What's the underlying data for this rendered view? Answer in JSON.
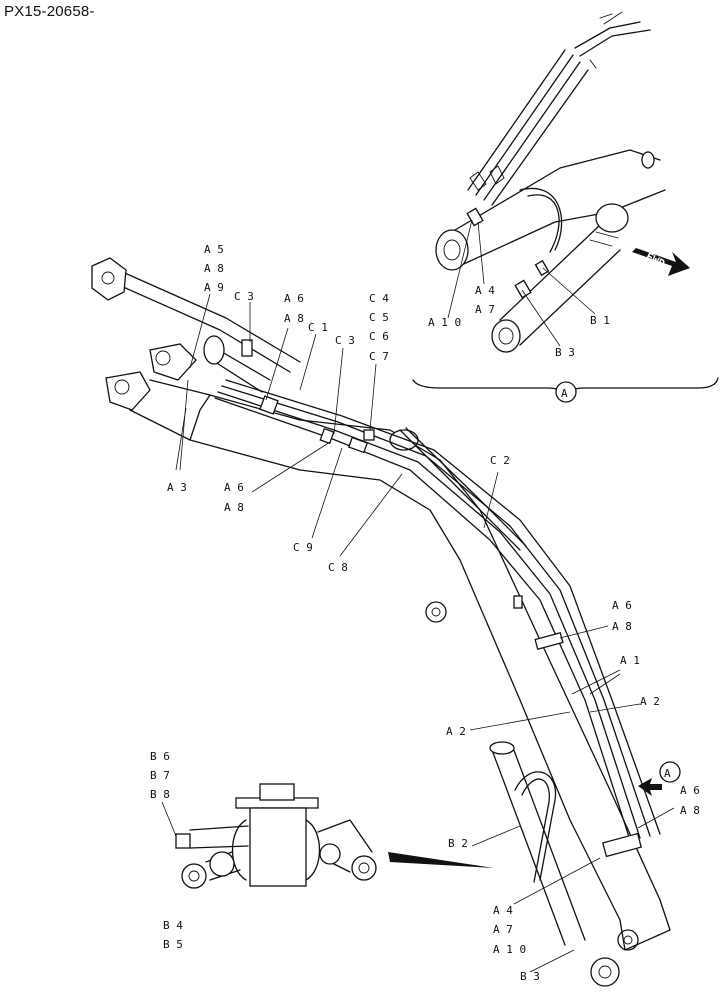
{
  "header": {
    "code": "PX15-20658-"
  },
  "detail_view": {
    "marker": "A",
    "fwd_label": "FWD"
  },
  "labels": {
    "a5": "A 5",
    "a8_top": "A 8",
    "a9": "A 9",
    "c3_top": "C 3",
    "a6_top": "A 6",
    "a8_top2": "A 8",
    "c1": "C 1",
    "c3_mid": "C 3",
    "c4": "C 4",
    "c5": "C 5",
    "c6": "C 6",
    "c7": "C 7",
    "a3": "A 3",
    "a6_left": "A 6",
    "a8_left": "A 8",
    "c9": "C 9",
    "c8": "C 8",
    "c2": "C 2",
    "a6_right": "A 6",
    "a8_right": "A 8",
    "a1": "A 1",
    "a2_right": "A 2",
    "a2_left": "A 2",
    "a6_lower": "A 6",
    "a8_lower": "A 8",
    "view_a_marker": "A",
    "b6": "B 6",
    "b7": "B 7",
    "b8": "B 8",
    "b2": "B 2",
    "b4": "B 4",
    "b5": "B 5",
    "a4_low": "A 4",
    "a7_low": "A 7",
    "a10_low": "A 1 0",
    "b3_low": "B 3",
    "a10_detail": "A 1 0",
    "a4_detail": "A 4",
    "a7_detail": "A 7",
    "b1_detail": "B 1",
    "b3_detail": "B 3"
  }
}
